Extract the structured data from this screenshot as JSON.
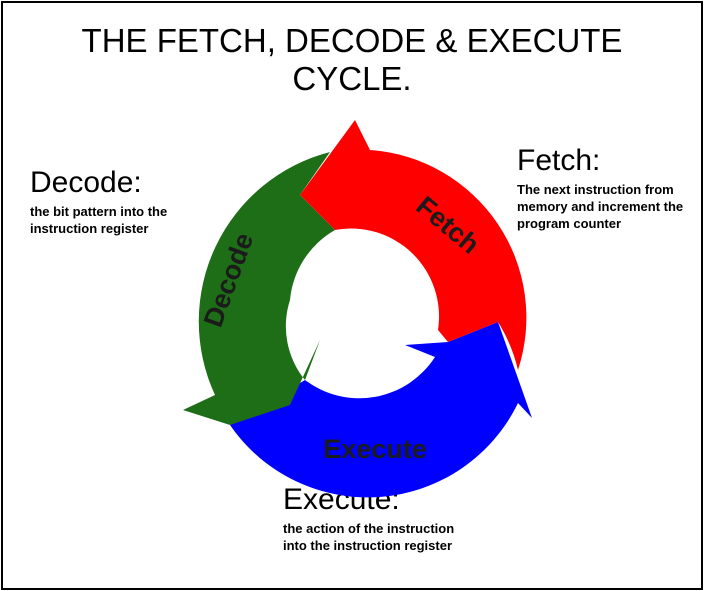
{
  "title": "THE FETCH, DECODE & EXECUTE\nCYCLE.",
  "stages": {
    "decode": {
      "heading": "Decode:",
      "description": "the bit pattern into the instruction register",
      "arrow_label": "Decode",
      "color": "#1e6e17"
    },
    "fetch": {
      "heading": "Fetch:",
      "description": "The next instruction from memory and increment the program counter",
      "arrow_label": "Fetch",
      "color": "#ff0000"
    },
    "execute": {
      "heading": "Execute:",
      "description": "the action of the instruction into the instruction register",
      "arrow_label": "Execute",
      "color": "#0000ff"
    }
  }
}
